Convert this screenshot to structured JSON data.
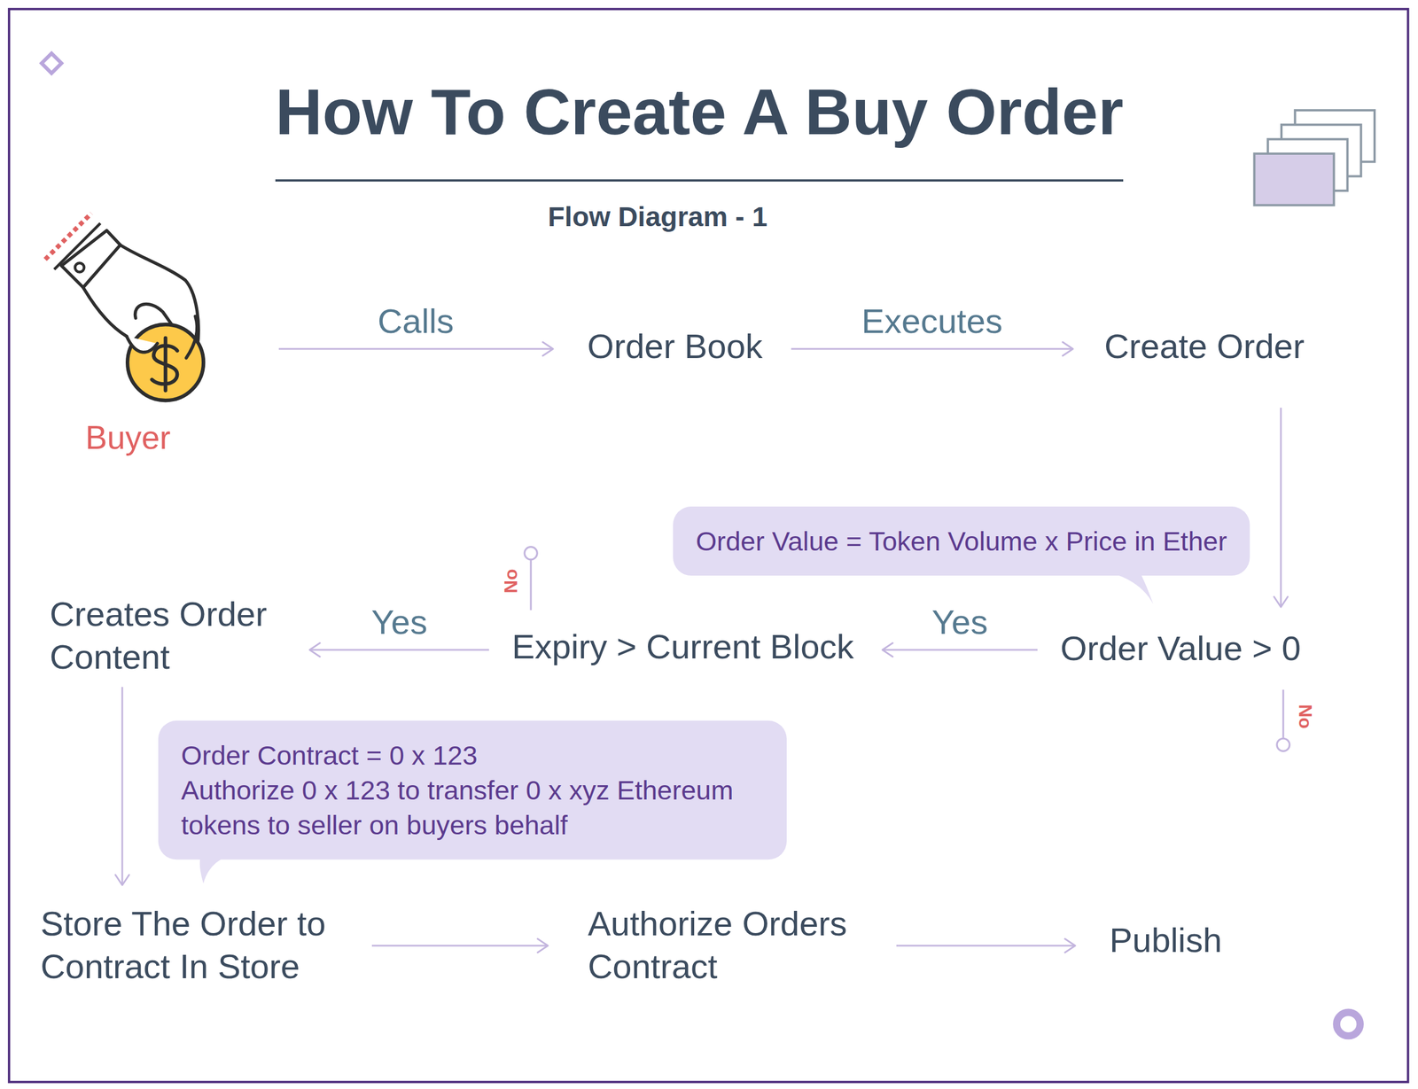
{
  "diagram": {
    "title": "How To Create A Buy Order",
    "nodes": [
      {
        "text": [
          "Buyer"
        ]
      },
      {
        "text": [
          "Order Book"
        ]
      },
      {
        "text": [
          "Create Order"
        ]
      },
      {
        "text": [
          "Order Value = Token Volume x Price in Ether"
        ]
      },
      {
        "text": [
          "Creates Order Content"
        ]
      },
      {
        "text": [
          "Expiry > Current Block"
        ]
      },
      {
        "text": [
          "Order Value > 0"
        ]
      },
      {
        "text": [
          "Order Contract = 0 x 123",
          "Authorize 0 x 123 to transfer 0 x xyz Ethereum tokens to seller on buyers behalf"
        ]
      },
      {
        "text": [
          "Store The Order to Contract In Store"
        ]
      },
      {
        "text": [
          "Authorize Orders Contract"
        ]
      },
      {
        "text": [
          "Publish"
        ]
      }
    ],
    "edges": [
      {
        "from": 0,
        "to": 1,
        "label": "Calls",
        "arrow": "to"
      },
      {
        "from": 1,
        "to": 2,
        "label": "Executes",
        "arrow": "to"
      },
      {
        "from": 2,
        "to": 6,
        "arrow": "to"
      },
      {
        "from": 6,
        "to": 5,
        "label": "Yes",
        "arrow": "to"
      },
      {
        "from": 5,
        "to": 4,
        "label": "Yes",
        "arrow": "to"
      },
      {
        "from": 4,
        "to": 8,
        "arrow": "to"
      },
      {
        "from": 8,
        "to": 9,
        "arrow": "to"
      },
      {
        "from": 9,
        "to": 10,
        "arrow": "to"
      }
    ],
    "labels": [
      "Flow Diagram - 1",
      "No",
      "No"
    ]
  }
}
